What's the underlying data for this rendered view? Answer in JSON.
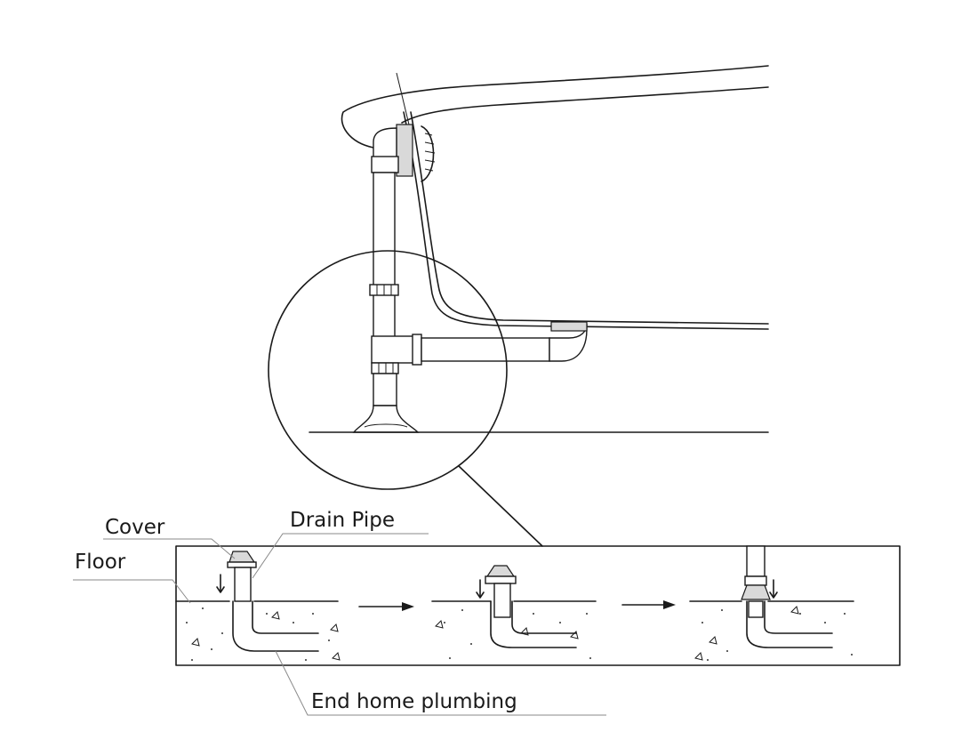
{
  "labels": {
    "cover": "Cover",
    "drain_pipe": "Drain Pipe",
    "floor": "Floor",
    "end_home_plumbing": "End home plumbing"
  },
  "colors": {
    "line": "#1a1a1a",
    "leader": "#8a8a8a",
    "background": "#ffffff"
  }
}
